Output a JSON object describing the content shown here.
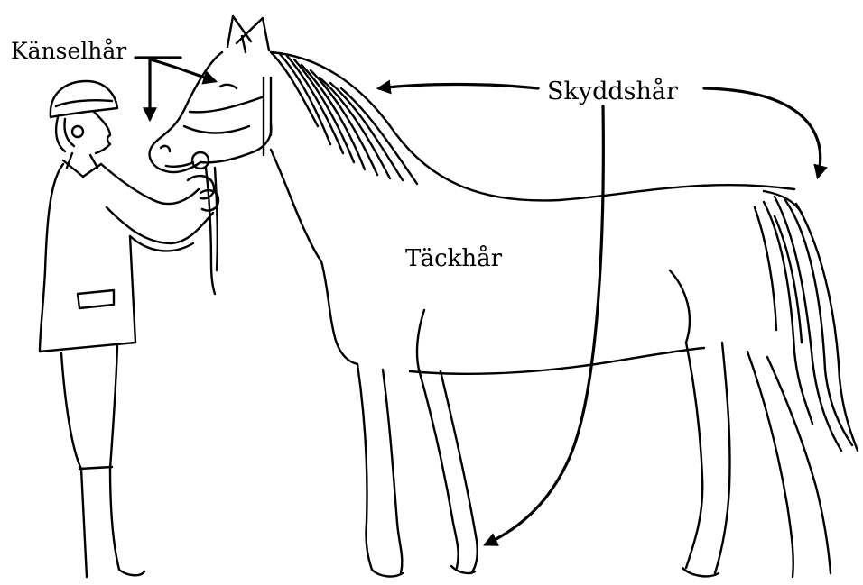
{
  "labels": {
    "kanselhar": "Känselhår",
    "skyddshar": "Skyddshår",
    "tackhar": "Täckhår"
  },
  "colors": {
    "ink": "#000000",
    "background": "#ffffff"
  }
}
